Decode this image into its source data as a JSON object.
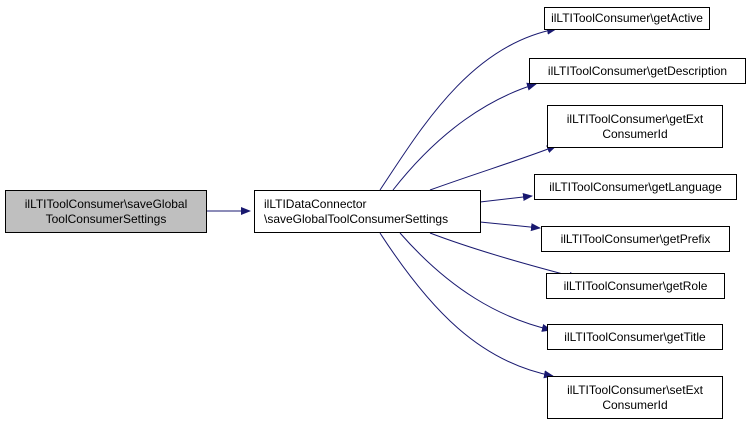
{
  "colors": {
    "edge": "#191970",
    "root_fill": "#bfbfbf",
    "node_fill": "#ffffff",
    "border": "#000000"
  },
  "nodes": {
    "root": {
      "line1": "ilLTIToolConsumer\\saveGlobal",
      "line2": "ToolConsumerSettings"
    },
    "connector": {
      "line1": "ilLTIDataConnector",
      "line2": "\\saveGlobalToolConsumerSettings"
    },
    "get_active": {
      "line1": "ilLTIToolConsumer\\getActive"
    },
    "get_description": {
      "line1": "ilLTIToolConsumer\\getDescription"
    },
    "get_ext_consumer_id": {
      "line1": "ilLTIToolConsumer\\getExt",
      "line2": "ConsumerId"
    },
    "get_language": {
      "line1": "ilLTIToolConsumer\\getLanguage"
    },
    "get_prefix": {
      "line1": "ilLTIToolConsumer\\getPrefix"
    },
    "get_role": {
      "line1": "ilLTIToolConsumer\\getRole"
    },
    "get_title": {
      "line1": "ilLTIToolConsumer\\getTitle"
    },
    "set_ext_consumer_id": {
      "line1": "ilLTIToolConsumer\\setExt",
      "line2": "ConsumerId"
    }
  }
}
